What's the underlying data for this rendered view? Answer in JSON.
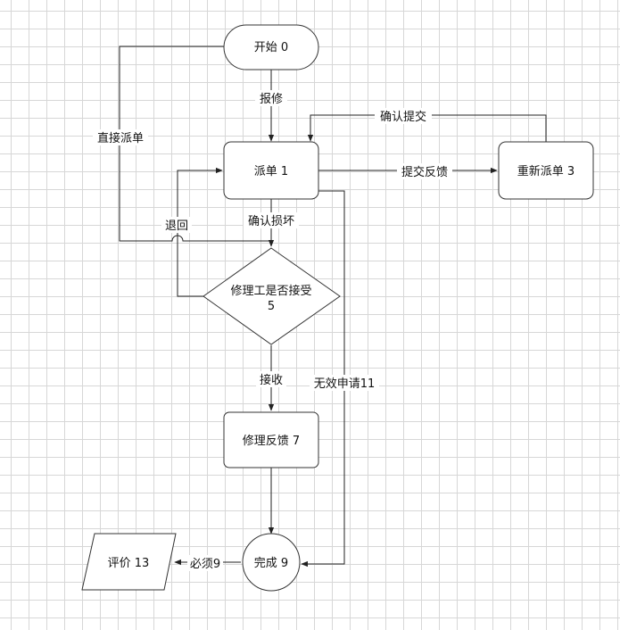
{
  "diagram": {
    "nodes": {
      "start": "开始  0",
      "dispatch": "派单  1",
      "redispatch": "重新派单  3",
      "accept_decision_line1": "修理工是否接受",
      "accept_decision_line2": "5",
      "feedback": "修理反馈  7",
      "complete": "完成 9",
      "evaluate": "评价 13"
    },
    "edges": {
      "report": "报修",
      "direct_dispatch": "直接派单",
      "confirm_submit": "确认提交",
      "submit_feedback": "提交反馈",
      "confirm_damage": "确认损坏",
      "return_back": "退回",
      "accept": "接收",
      "invalid_request": "无效申请11",
      "must": "必须9"
    }
  }
}
